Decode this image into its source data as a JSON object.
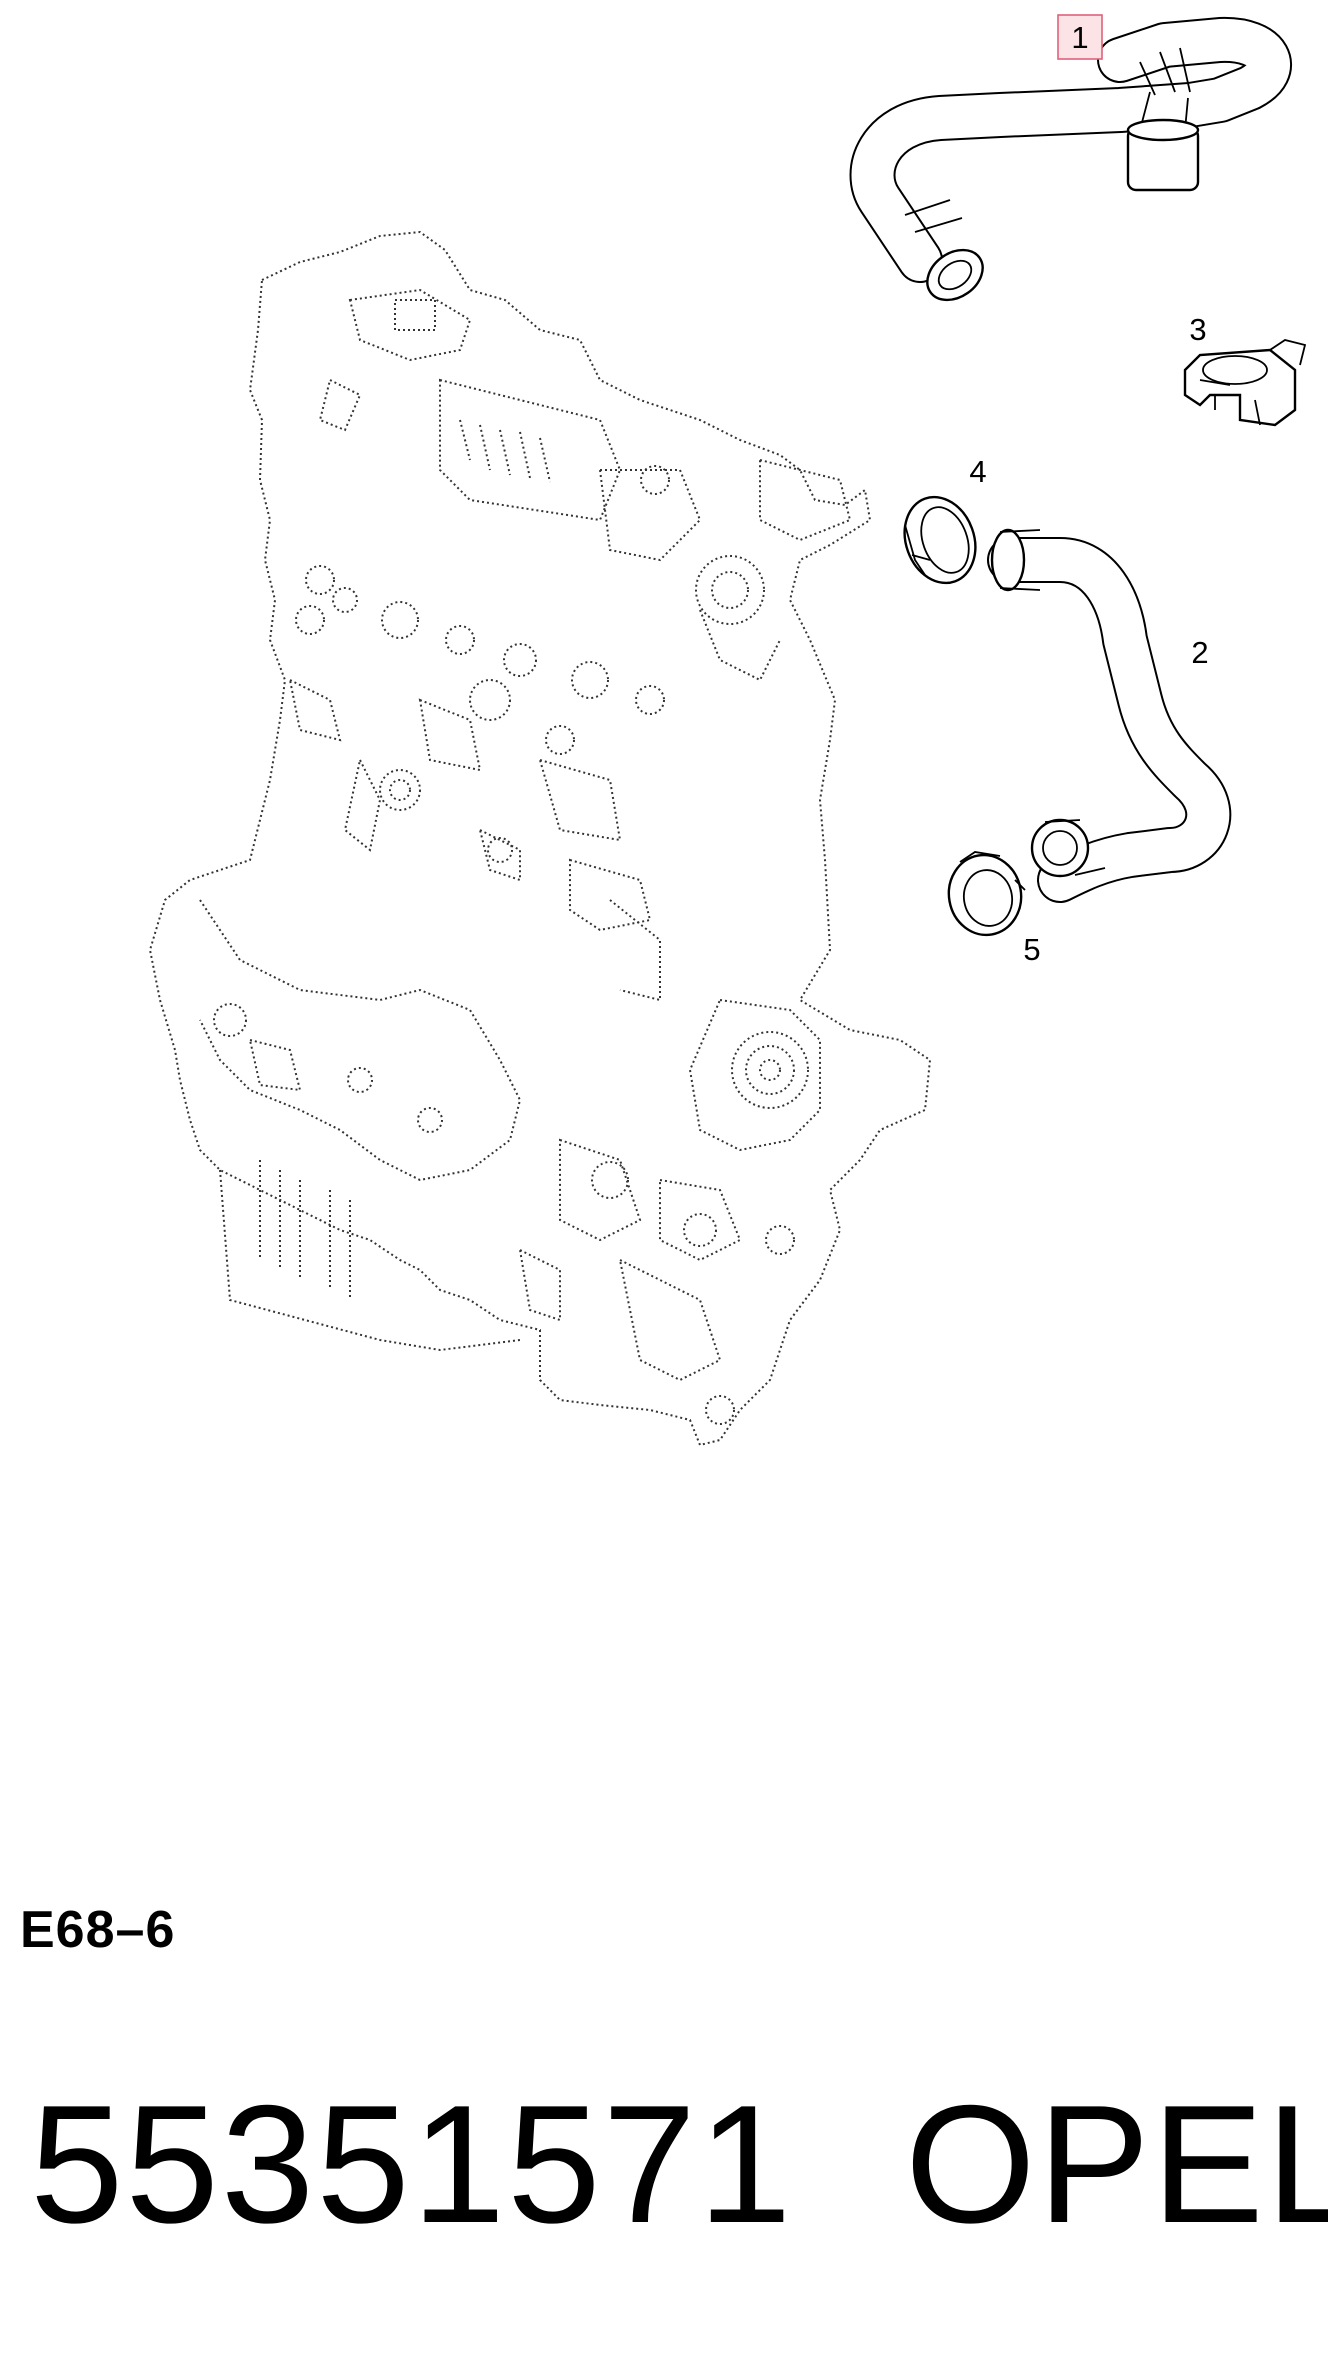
{
  "diagram": {
    "callouts": {
      "part1": "1",
      "part2": "2",
      "part3": "3",
      "part4": "4",
      "part5": "5"
    },
    "highlight_color": "#e0607a"
  },
  "footer": {
    "group_code": "E68–6",
    "part_number": "55351571",
    "brand": "OPEL"
  }
}
